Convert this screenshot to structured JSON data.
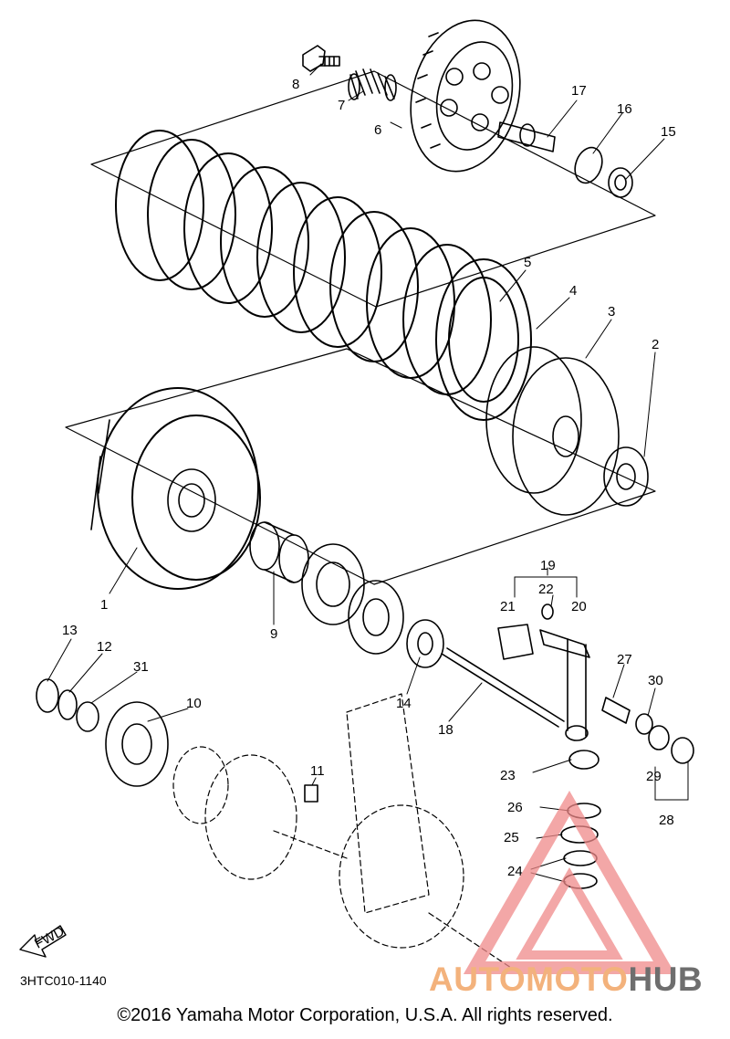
{
  "diagram": {
    "callouts": [
      "1",
      "2",
      "3",
      "4",
      "5",
      "6",
      "7",
      "8",
      "9",
      "10",
      "11",
      "12",
      "13",
      "14",
      "15",
      "16",
      "17",
      "18",
      "19",
      "20",
      "21",
      "22",
      "23",
      "24",
      "25",
      "26",
      "27",
      "28",
      "29",
      "30",
      "31"
    ],
    "fwd_label": "FWD"
  },
  "footer": {
    "drawing_code": "3HTC010-1140",
    "copyright": "©2016 Yamaha Motor Corporation, U.S.A. All rights reserved."
  },
  "watermark": {
    "part1": "AUTOMOTO",
    "part2": "HUB",
    "colors": {
      "accent": "#f3b27c",
      "dark": "#6e6e6e",
      "triangle": "#f08a8a"
    }
  }
}
